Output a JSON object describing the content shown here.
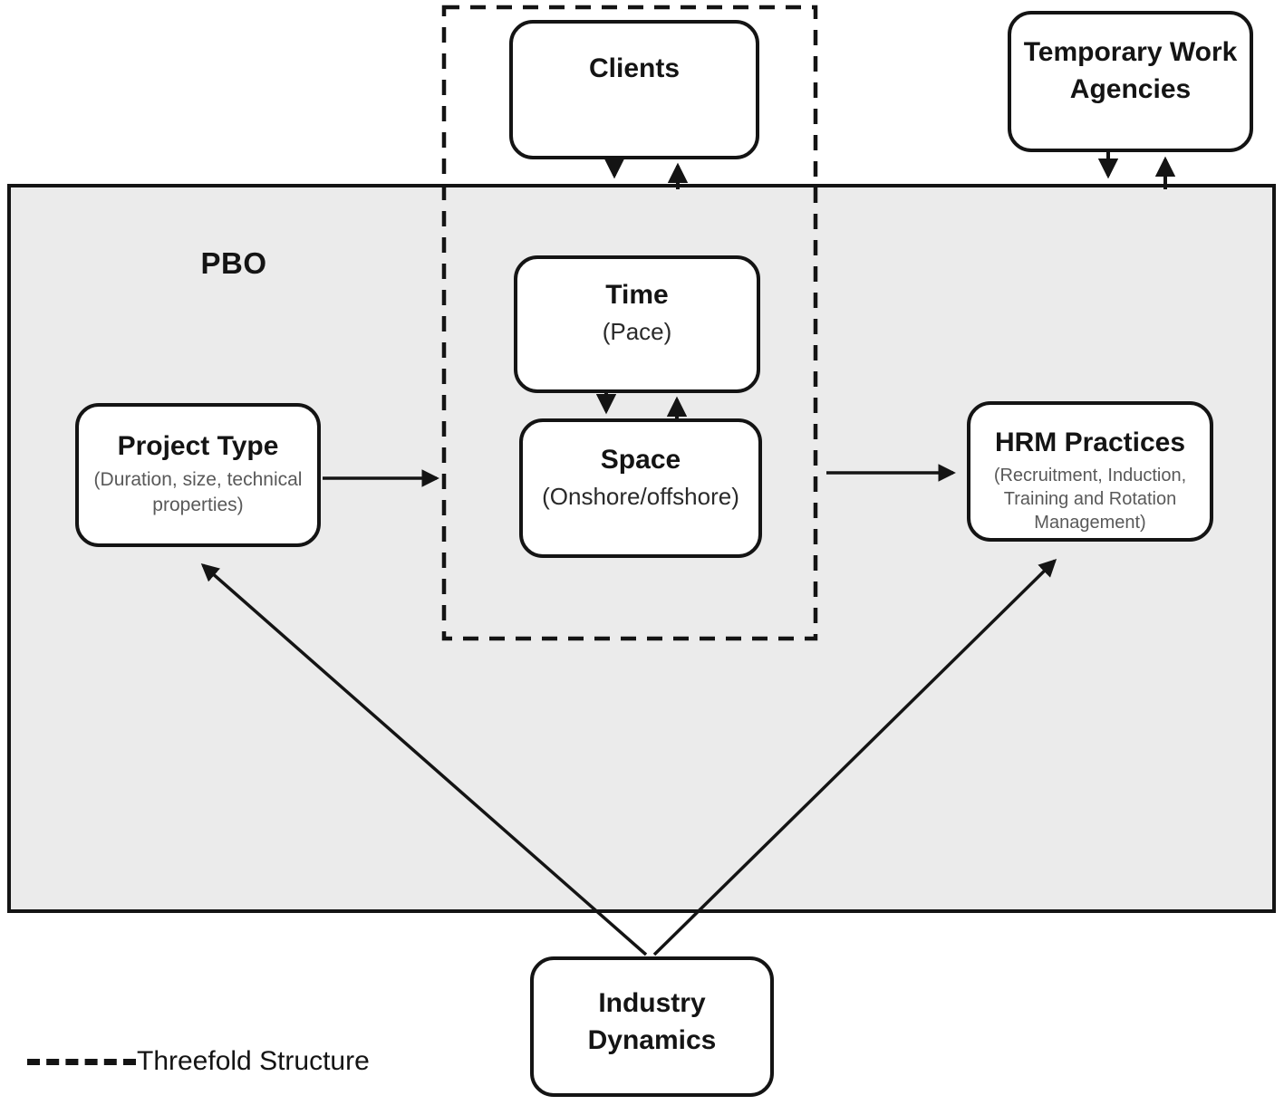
{
  "pbo_label": "PBO",
  "legend_label": "Threefold Structure",
  "nodes": {
    "clients": {
      "title": "Clients"
    },
    "temporary_work_agencies": {
      "title": "Temporary Work Agencies"
    },
    "time": {
      "title": "Time",
      "subtitle": "(Pace)"
    },
    "space": {
      "title": "Space",
      "subtitle": "(Onshore/offshore)"
    },
    "project_type": {
      "title": "Project Type",
      "subtitle": "(Duration, size, technical properties)"
    },
    "hrm_practices": {
      "title": "HRM Practices",
      "subtitle": "(Recruitment, Induction, Training and Rotation Management)"
    },
    "industry_dynamics": {
      "title": "Industry Dynamics"
    }
  },
  "edges": [
    {
      "from": "clients",
      "to": "pbo",
      "type": "bidirectional"
    },
    {
      "from": "temporary_work_agencies",
      "to": "pbo",
      "type": "bidirectional"
    },
    {
      "from": "time",
      "to": "space",
      "type": "bidirectional"
    },
    {
      "from": "project_type",
      "to": "threefold_structure",
      "type": "directed"
    },
    {
      "from": "threefold_structure",
      "to": "hrm_practices",
      "type": "directed"
    },
    {
      "from": "industry_dynamics",
      "to": "project_type",
      "type": "directed"
    },
    {
      "from": "industry_dynamics",
      "to": "hrm_practices",
      "type": "directed"
    }
  ],
  "colors": {
    "pbo_fill": "#ebebeb",
    "stroke": "#141414",
    "subtitle_gray": "#595959",
    "background": "#ffffff"
  }
}
